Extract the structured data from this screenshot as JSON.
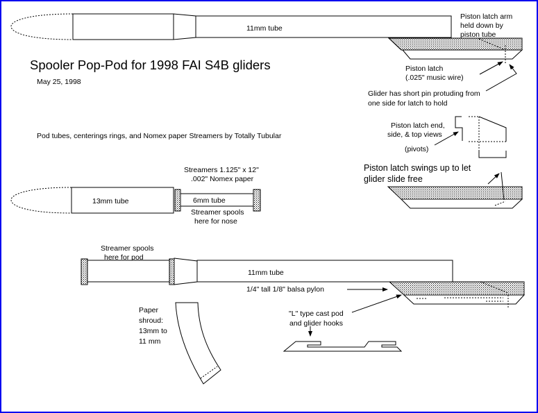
{
  "title": "Spooler Pop-Pod for 1998 FAI S4B gliders",
  "date": "May 25, 1998",
  "credit": "Pod tubes, centerings rings, and Nomex paper Streamers by Totally Tubular",
  "top_assembly": {
    "tube_label": "11mm tube",
    "arm_note": [
      "Piston latch arm",
      "held down by",
      "piston tube"
    ],
    "latch_note": [
      "Piston latch",
      "(.025\" music wire)"
    ],
    "pin_note": [
      "Glider has short pin protuding from",
      "one side for latch to hold"
    ]
  },
  "views": {
    "note": [
      "Piston latch end,",
      "side, & top views"
    ],
    "pivots": "(pivots)",
    "swing_note": [
      "Piston latch swings up to let",
      "glider slide free"
    ]
  },
  "nose_assembly": {
    "tube_label": "13mm tube",
    "small_tube_label": "6mm tube",
    "streamer_note": [
      "Streamers 1.125\" x 12\"",
      ".002\" Nomex paper"
    ],
    "spool_note": [
      "Streamer spools",
      "here for nose"
    ]
  },
  "pod_assembly": {
    "tube_label": "11mm tube",
    "spool_note": [
      "Streamer spools",
      "here for pod"
    ],
    "pylon_note": "1/4\" tall 1/8\" balsa pylon",
    "hook_note": [
      "\"L\" type cast pod",
      "and glider hooks"
    ],
    "shroud_note": [
      "Paper",
      "shroud:",
      "13mm to",
      "11 mm"
    ]
  },
  "colors": {
    "border": "#0000f0"
  }
}
